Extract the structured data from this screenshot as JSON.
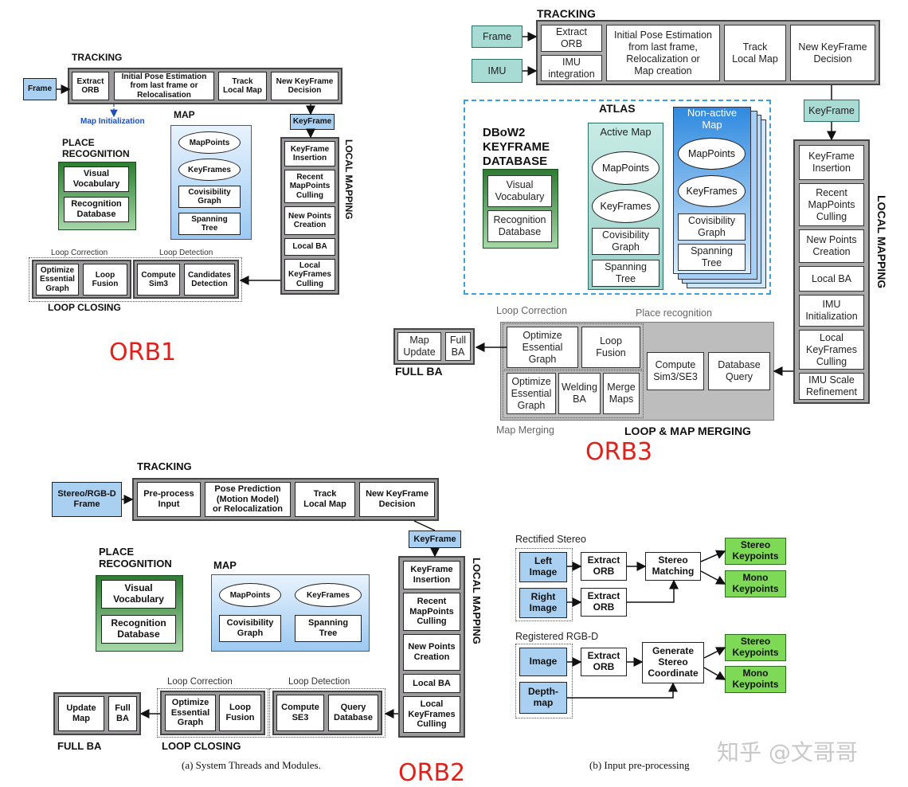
{
  "orb1": {
    "label": "ORB1",
    "tracking": {
      "title": "TRACKING",
      "frame": "Frame",
      "extract": "Extract\nORB",
      "pose": "Initial Pose Estimation\nfrom last frame or\nRelocalisation",
      "track": "Track\nLocal Map",
      "newkf": "New KeyFrame\nDecision"
    },
    "map_init": "Map Initialization",
    "map": {
      "title": "MAP",
      "mappoints": "MapPoints",
      "keyframes": "KeyFrames",
      "covis": "Covisibility\nGraph",
      "spanning": "Spanning\nTree"
    },
    "place": {
      "title": "PLACE\nRECOGNITION",
      "vocab": "Visual\nVocabulary",
      "recog": "Recognition\nDatabase"
    },
    "keyframe": "KeyFrame",
    "local": {
      "title": "LOCAL MAPPING",
      "insert": "KeyFrame\nInsertion",
      "recent": "Recent\nMapPoints\nCulling",
      "newpts": "New Points\nCreation",
      "localba": "Local BA",
      "cull": "Local\nKeyFrames\nCulling"
    },
    "loop": {
      "title": "LOOP CLOSING",
      "correction": "Loop Correction",
      "detection": "Loop Detection",
      "optimize": "Optimize\nEssential\nGraph",
      "fusion": "Loop\nFusion",
      "sim3": "Compute\nSim3",
      "candidates": "Candidates\nDetection"
    }
  },
  "orb2": {
    "label": "ORB2",
    "caption_a": "(a) System Threads and Modules.",
    "caption_b": "(b) Input pre-processing",
    "tracking": {
      "title": "TRACKING",
      "frame": "Stereo/RGB-D\nFrame",
      "preprocess": "Pre-process\nInput",
      "pose": "Pose Prediction\n(Motion Model)\nor Relocalization",
      "track": "Track\nLocal Map",
      "newkf": "New KeyFrame\nDecision"
    },
    "place": {
      "title": "PLACE\nRECOGNITION",
      "vocab": "Visual\nVocabulary",
      "recog": "Recognition\nDatabase"
    },
    "map": {
      "title": "MAP",
      "mappoints": "MapPoints",
      "keyframes": "KeyFrames",
      "covis": "Covisibility\nGraph",
      "spanning": "Spanning\nTree"
    },
    "keyframe": "KeyFrame",
    "local": {
      "title": "LOCAL MAPPING",
      "insert": "KeyFrame\nInsertion",
      "recent": "Recent\nMapPoints\nCulling",
      "newpts": "New Points\nCreation",
      "localba": "Local BA",
      "cull": "Local\nKeyFrames\nCulling"
    },
    "loop": {
      "title": "LOOP CLOSING",
      "correction": "Loop Correction",
      "detection": "Loop Detection",
      "optimize": "Optimize\nEssential\nGraph",
      "fusion": "Loop\nFusion",
      "se3": "Compute\nSE3",
      "query": "Query\nDatabase"
    },
    "fullba": {
      "title": "FULL BA",
      "update": "Update\nMap",
      "full": "Full\nBA"
    },
    "stereo": {
      "title": "Rectified Stereo",
      "left": "Left\nImage",
      "right": "Right\nImage",
      "extract": "Extract\nORB",
      "matching": "Stereo\nMatching",
      "stereo_kp": "Stereo\nKeypoints",
      "mono_kp": "Mono\nKeypoints"
    },
    "rgbd": {
      "title": "Registered RGB-D",
      "image": "Image",
      "depth": "Depth-\nmap",
      "extract": "Extract\nORB",
      "generate": "Generate\nStereo\nCoordinate",
      "stereo_kp": "Stereo\nKeypoints",
      "mono_kp": "Mono\nKeypoints"
    }
  },
  "orb3": {
    "label": "ORB3",
    "tracking": {
      "title": "TRACKING",
      "frame": "Frame",
      "imu": "IMU",
      "extract": "Extract\nORB",
      "integration": "IMU\nintegration",
      "pose": "Initial Pose Estimation\nfrom last frame,\nRelocalization or\nMap creation",
      "track": "Track\nLocal Map",
      "newkf": "New KeyFrame\nDecision"
    },
    "atlas": {
      "title": "ATLAS",
      "dbow": "DBoW2\nKEYFRAME\nDATABASE",
      "vocab": "Visual\nVocabulary",
      "recog": "Recognition\nDatabase",
      "active": "Active Map",
      "nonactive": "Non-active\nMap",
      "mappoints": "MapPoints",
      "keyframes": "KeyFrames",
      "covis": "Covisibility\nGraph",
      "spanning": "Spanning\nTree"
    },
    "keyframe": "KeyFrame",
    "local": {
      "title": "LOCAL MAPPING",
      "insert": "KeyFrame\nInsertion",
      "recent": "Recent\nMapPoints\nCulling",
      "newpts": "New Points\nCreation",
      "localba": "Local BA",
      "imuinit": "IMU\nInitialization",
      "cull": "Local\nKeyFrames\nCulling",
      "imuscale": "IMU Scale\nRefinement"
    },
    "loop": {
      "title": "LOOP & MAP MERGING",
      "correction": "Loop Correction",
      "place": "Place recognition",
      "merging": "Map Merging",
      "optimize": "Optimize\nEssential\nGraph",
      "fusion": "Loop\nFusion",
      "optimize2": "Optimize\nEssential\nGraph",
      "welding": "Welding\nBA",
      "merge": "Merge\nMaps",
      "sim3": "Compute\nSim3/SE3",
      "query": "Database\nQuery"
    },
    "fullba": {
      "title": "FULL BA",
      "update": "Map\nUpdate",
      "full": "Full\nBA"
    }
  },
  "watermark": "知乎 @文哥哥"
}
